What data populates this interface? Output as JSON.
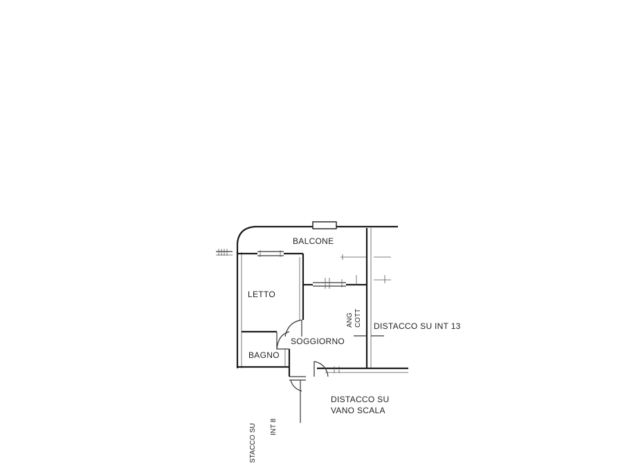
{
  "rooms": {
    "balcony": "BALCONE",
    "bedroom": "LETTO",
    "living": "SOGGIORNO",
    "bathroom": "BAGNO"
  },
  "annotations": {
    "shaft_line1": "ANG",
    "shaft_line2": "COTT",
    "detach_int13": "DISTACCO SU INT 13",
    "detach_stair_line1": "DISTACCO SU",
    "detach_stair_line2": "VANO SCALA",
    "detach_int8_line1": "STACCO SU",
    "detach_int8_line2": "INT 8"
  },
  "colors": {
    "line": "#1a1a1a",
    "background": "#ffffff"
  }
}
